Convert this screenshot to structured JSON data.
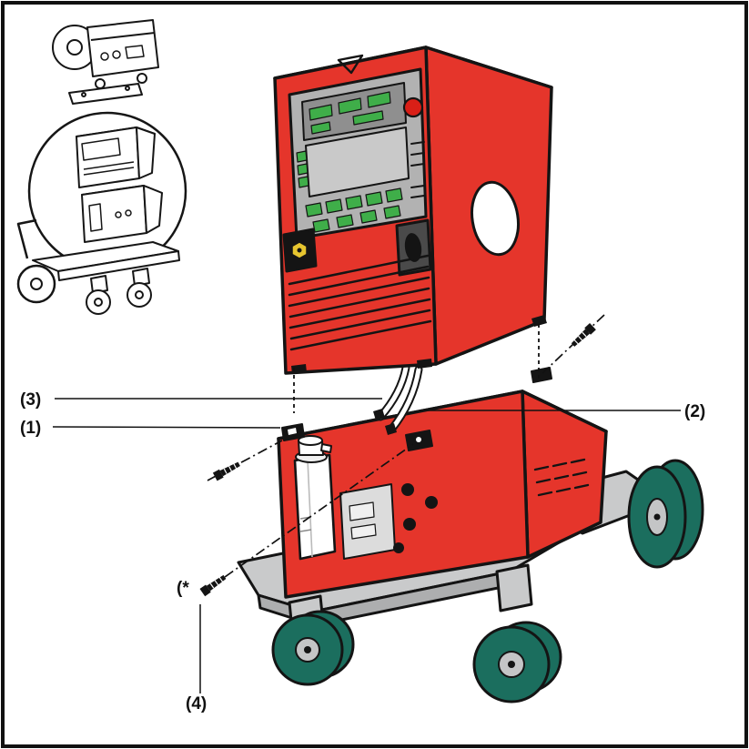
{
  "figure": {
    "description": "exploded-view assembly diagram of welding power source mounted on cooling unit and trolley",
    "labels": {
      "callout_1": "(1)",
      "callout_2": "(2)",
      "callout_3": "(3)",
      "callout_4": "(4)",
      "footnote_marker": "(*"
    },
    "colors": {
      "machine-red": "#e5352b",
      "outline": "#141414",
      "panel-gray": "#b2b2b2",
      "display-green": "#3fae49",
      "lcd-gray": "#c9c9c9",
      "knob-red": "#d91f17",
      "trolley-gray": "#c9cacb",
      "trolley-shade": "#adaeaf",
      "wheel-teal": "#1b6e5e",
      "hub-gray": "#c4c5c6",
      "connector-yellow": "#e6c52f",
      "pure-white": "#ffffff"
    }
  }
}
